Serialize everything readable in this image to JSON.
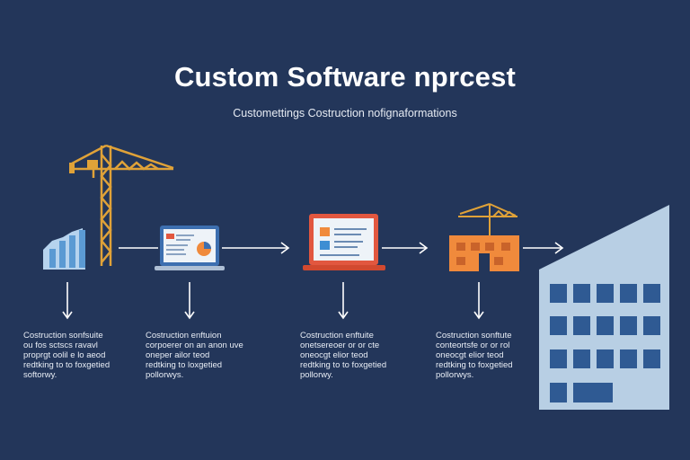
{
  "header": {
    "title": "Custom Software nprcest",
    "subtitle": "Customettings Costruction nofignaformations"
  },
  "colors": {
    "background": "#23365a",
    "crane": "#e0a238",
    "laptop_screen": "#eef3f8",
    "laptop_red": "#e2573f",
    "building_orange": "#f08a3c",
    "tower": "#b8cfe4",
    "tower_window": "#2f5a93",
    "bars": "#9ec3e6",
    "arrow": "#ffffff"
  },
  "steps": [
    {
      "icon": "crane-chart-icon",
      "lines": [
        "Costruction sonfsuite",
        "ou fos sctscs ravavl",
        "proprgt oolil e lo aeod",
        "redtking to to foxgetied",
        "softorwy."
      ]
    },
    {
      "icon": "laptop-dashboard-icon",
      "lines": [
        "Costruction enftuion",
        "corpoerer on an anon uve",
        "oneper ailor teod",
        "redtking to loxgetied",
        "pollorwys."
      ]
    },
    {
      "icon": "laptop-document-icon",
      "lines": [
        "Costruction enftuite",
        "onetsereoer or or cte",
        "oneocgt elior teod",
        "redtking to to foxgetied",
        "pollorwy."
      ]
    },
    {
      "icon": "building-crane-icon",
      "lines": [
        "Costruction sonftute",
        "conteortsfe or or rol",
        "oneocgt elior teod",
        "redtking to foxgetied",
        "pollorwys."
      ]
    }
  ]
}
